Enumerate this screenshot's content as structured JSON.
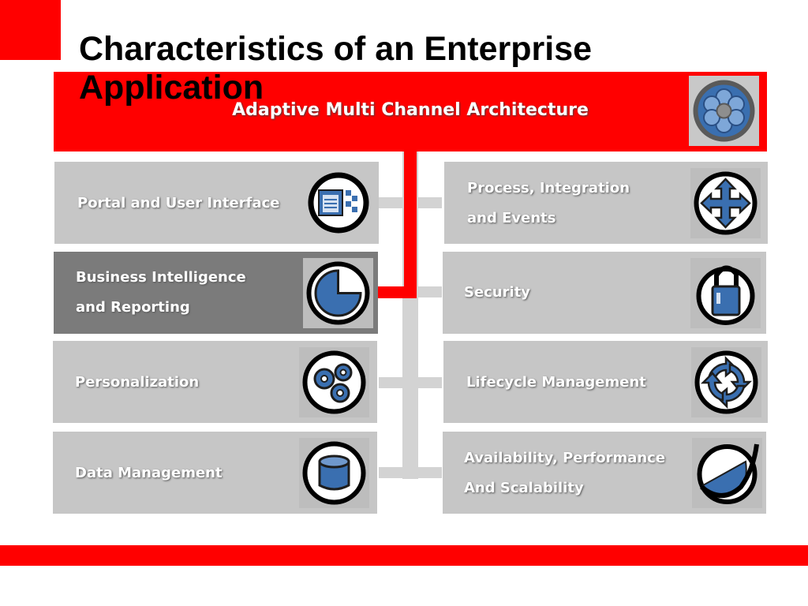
{
  "slide": {
    "title": "Characteristics of an Enterprise Application",
    "banner": "Adaptive Multi Channel Architecture",
    "banner_icon": "flower-hub-icon"
  },
  "left_cards": [
    {
      "line1": "Portal and User Interface",
      "line2": "",
      "icon": "window-icon",
      "selected": false
    },
    {
      "line1": "Business Intelligence",
      "line2": "and Reporting",
      "icon": "pie-chart-icon",
      "selected": true
    },
    {
      "line1": "Personalization",
      "line2": "",
      "icon": "gears-icon",
      "selected": false
    },
    {
      "line1": "Data Management",
      "line2": "",
      "icon": "database-icon",
      "selected": false
    }
  ],
  "right_cards": [
    {
      "line1": "Process, Integration",
      "line2": "and Events",
      "icon": "arrows-icon",
      "selected": false
    },
    {
      "line1": "Security",
      "line2": "",
      "icon": "padlock-icon",
      "selected": false
    },
    {
      "line1": "Lifecycle Management",
      "line2": "",
      "icon": "recycle-icon",
      "selected": false
    },
    {
      "line1": "Availability, Performance",
      "line2": "And Scalability",
      "icon": "curve-icon",
      "selected": false
    }
  ],
  "colors": {
    "accent": "#ff0000",
    "card": "#c6c6c6",
    "card_selected": "#7b7b7b",
    "icon_blue": "#3a6fb0"
  }
}
